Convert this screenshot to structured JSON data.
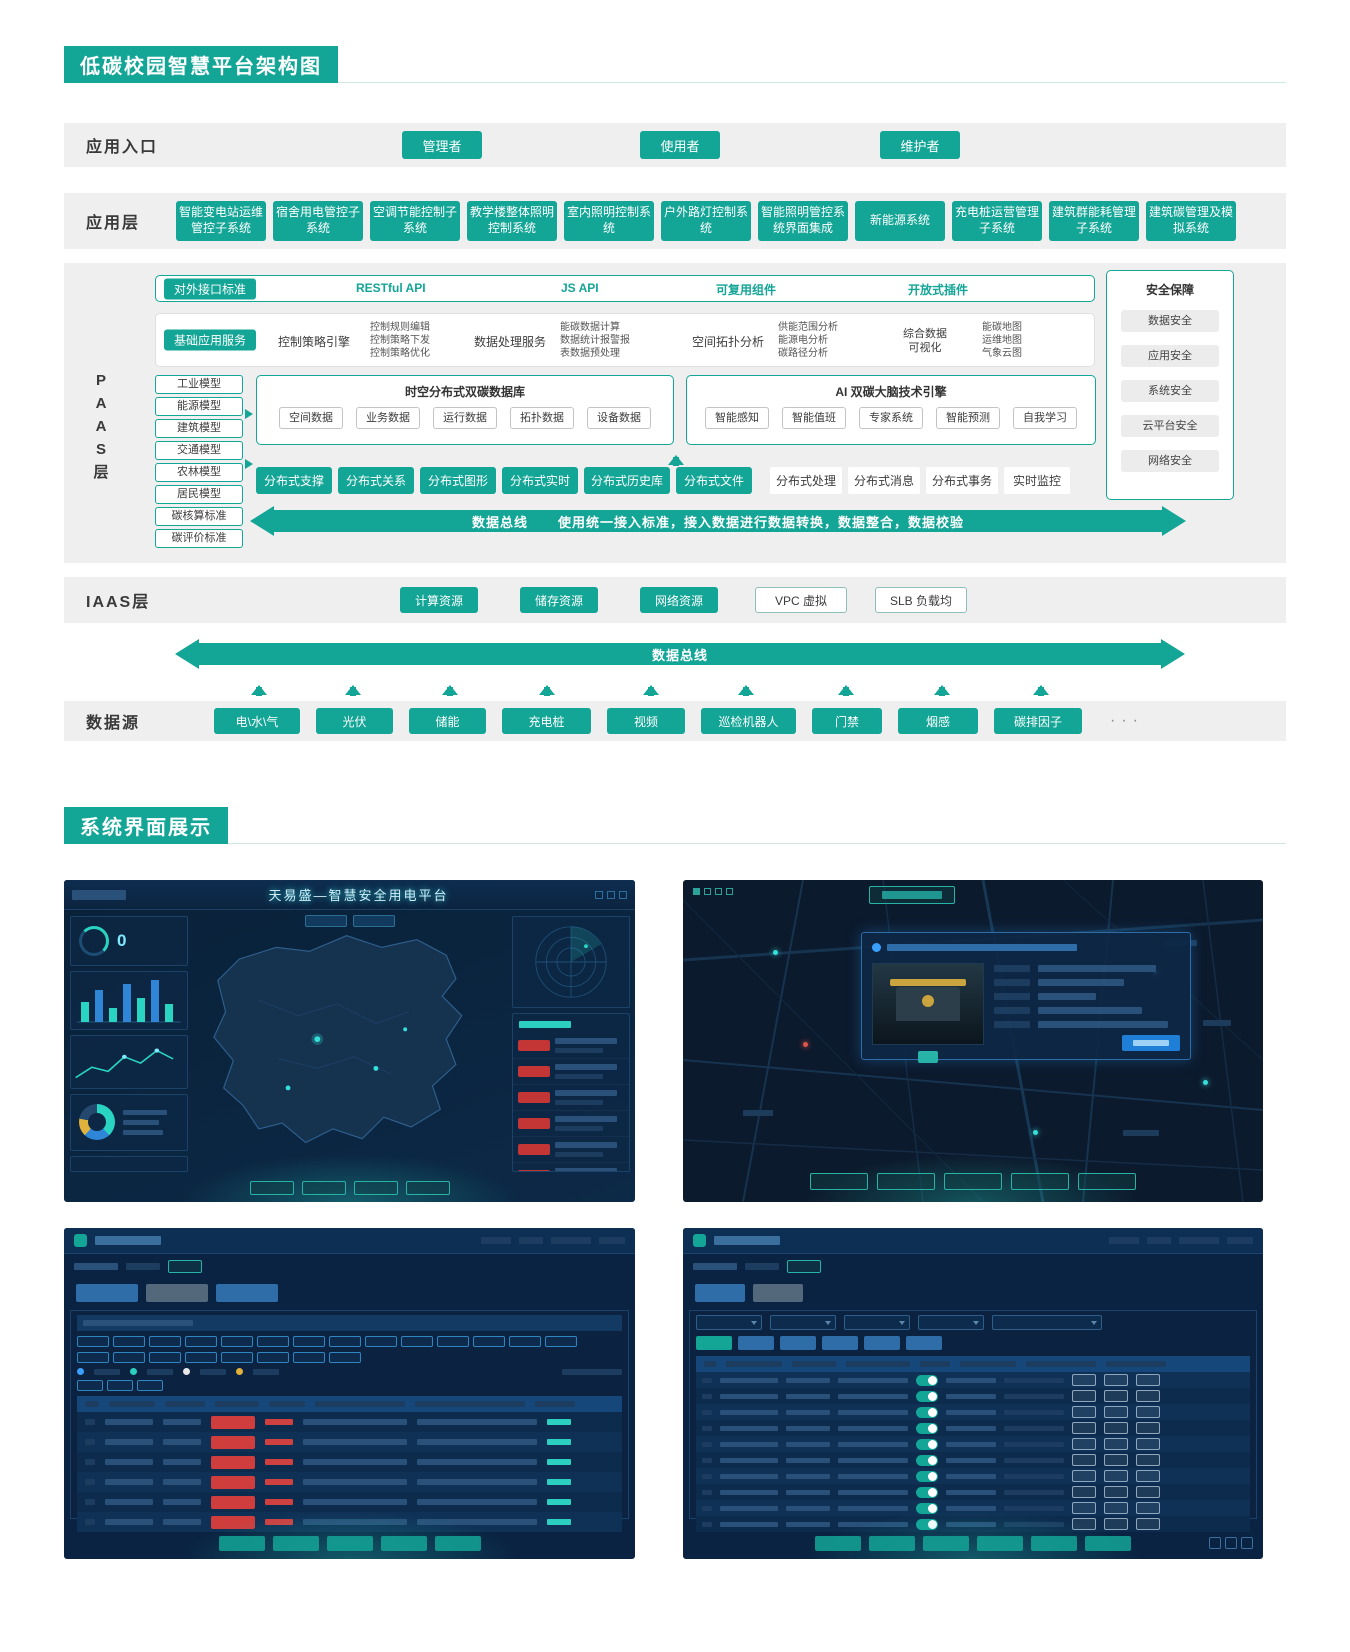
{
  "titles": {
    "architecture": "低碳校园智慧平台架构图",
    "screens": "系统界面展示"
  },
  "entry": {
    "label": "应用入口",
    "roles": [
      "管理者",
      "使用者",
      "维护者"
    ]
  },
  "apps": {
    "label": "应用层",
    "items": [
      "智能变电站运维管控子系统",
      "宿舍用电管控子系统",
      "空调节能控制子系统",
      "教学楼整体照明控制系统",
      "室内照明控制系统",
      "户外路灯控制系统",
      "智能照明管控系统界面集成",
      "新能源系统",
      "充电桩运营管理子系统",
      "建筑群能耗管理子系统",
      "建筑碳管理及模拟系统"
    ]
  },
  "paas": {
    "label_chars": [
      "P",
      "A",
      "A",
      "S",
      "层"
    ],
    "interface": {
      "label": "对外接口标准",
      "items": [
        "RESTful API",
        "JS API",
        "可复用组件",
        "开放式插件"
      ]
    },
    "services": {
      "label": "基础应用服务",
      "col1": "控制策略引擎",
      "col2": [
        "控制规则编辑",
        "控制策略下发",
        "控制策略优化"
      ],
      "col3": "数据处理服务",
      "col4": [
        "能碳数据计算",
        "数据统计报警报",
        "表数据预处理"
      ],
      "col5": "空间拓扑分析",
      "col6": [
        "供能范围分析",
        "能源电分析",
        "碳路径分析"
      ],
      "col7": "综合数据可视化",
      "col8": [
        "能碳地图",
        "运维地图",
        "气象云图"
      ]
    },
    "models": [
      "工业模型",
      "能源模型",
      "建筑模型",
      "交通模型",
      "农林模型",
      "居民模型",
      "碳核算标准",
      "碳评价标准"
    ],
    "db": {
      "title": "时空分布式双碳数据库",
      "items": [
        "空间数据",
        "业务数据",
        "运行数据",
        "拓扑数据",
        "设备数据"
      ]
    },
    "ai": {
      "title": "AI 双碳大脑技术引擎",
      "items": [
        "智能感知",
        "智能值班",
        "专家系统",
        "智能预测",
        "自我学习"
      ]
    },
    "security": {
      "title": "安全保障",
      "items": [
        "数据安全",
        "应用安全",
        "系统安全",
        "云平台安全",
        "网络安全"
      ]
    },
    "distributed": {
      "label": "分布式支撑",
      "filled": [
        "分布式关系",
        "分布式图形",
        "分布式实时",
        "分布式历史库",
        "分布式文件"
      ],
      "plain": [
        "分布式处理",
        "分布式消息",
        "分布式事务",
        "实时监控"
      ]
    },
    "bus": {
      "name": "数据总线",
      "desc": "使用统一接入标准，接入数据进行数据转换，数据整合，数据校验"
    }
  },
  "iaas": {
    "label": "IAAS层",
    "filled": [
      "计算资源",
      "储存资源",
      "网络资源"
    ],
    "outline": [
      "VPC 虚拟",
      "SLB 负载均"
    ],
    "bus": "数据总线"
  },
  "datasources": {
    "label": "数据源",
    "items": [
      "电\\水\\气",
      "光伏",
      "储能",
      "充电桩",
      "视频",
      "巡检机器人",
      "门禁",
      "烟感",
      "碳排因子"
    ],
    "more": "···"
  },
  "screens": {
    "s1": {
      "title": "天易盛—智慧安全用电平台",
      "gauge_value": "0"
    }
  }
}
